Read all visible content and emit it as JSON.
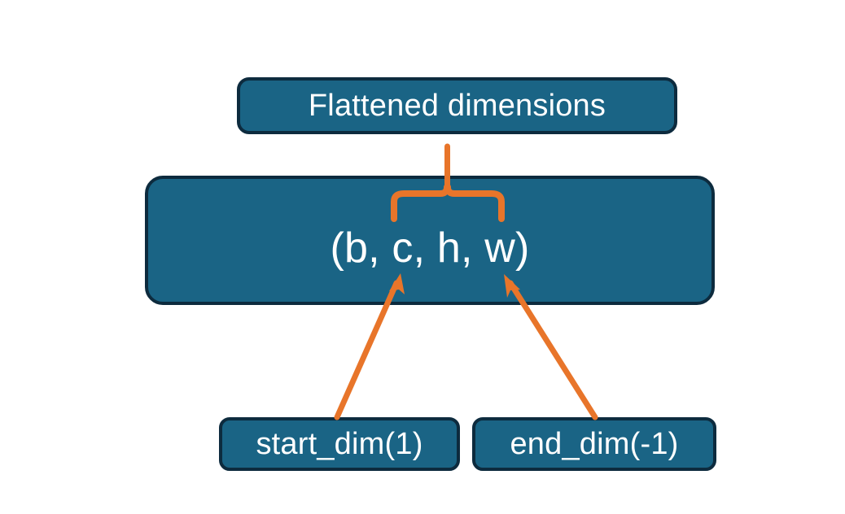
{
  "diagram": {
    "title_box": {
      "label": "Flattened dimensions",
      "fill": "#1a6485",
      "border": "#0d2b3e",
      "text_color": "#ffffff"
    },
    "tensor_box": {
      "label": "(b, c, h, w)",
      "fill": "#1a6485",
      "border": "#0d2b3e",
      "text_color": "#ffffff"
    },
    "param_boxes": [
      {
        "label": "start_dim(1)",
        "fill": "#1a6485",
        "border": "#0d2b3e",
        "text_color": "#ffffff"
      },
      {
        "label": "end_dim(-1)",
        "fill": "#1a6485",
        "border": "#0d2b3e",
        "text_color": "#ffffff"
      }
    ],
    "annotations": {
      "brace_color": "#e8752a",
      "arrow_color": "#e8752a",
      "brace_name": "curly-brace-up",
      "arrow_left_name": "arrow-start-dim",
      "arrow_right_name": "arrow-end-dim"
    },
    "background": "#ffffff"
  }
}
